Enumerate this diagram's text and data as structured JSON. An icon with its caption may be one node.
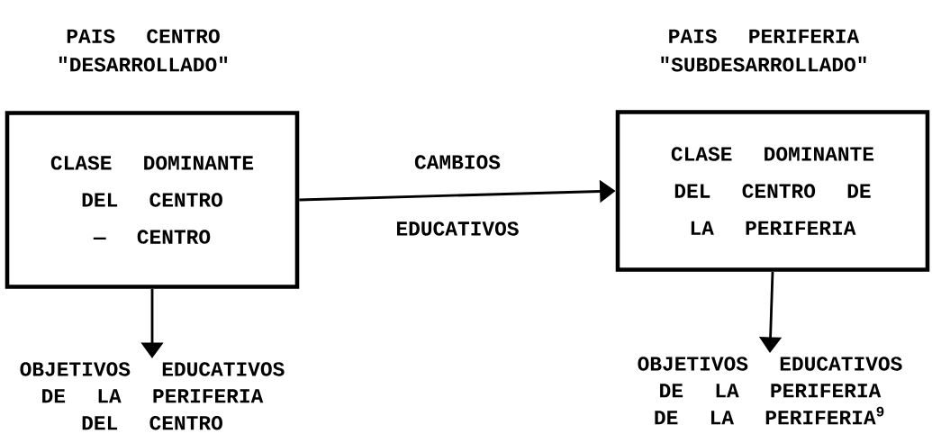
{
  "diagram": {
    "nodes": [
      {
        "text": [
          "PAIS CENTRO \"DESARROLLADO\"",
          "CLASE DOMINANTE DEL CENTRO — CENTRO"
        ]
      },
      {
        "text": [
          "PAIS PERIFERIA \"SUBDESARROLLADO\"",
          "CLASE DOMINANTE DEL CENTRO DE LA PERIFERIA"
        ]
      },
      {
        "text": [
          "OBJETIVOS EDUCATIVOS DE LA PERIFERIA DEL CENTRO"
        ]
      },
      {
        "text": [
          "OBJETIVOS EDUCATIVOS DE LA PERIFERIA DE LA PERIFERIA$^{9}$"
        ]
      }
    ],
    "edges": [
      {
        "from": 0,
        "to": 1,
        "arrow": "to",
        "label": "CAMBIOS EDUCATIVOS"
      },
      {
        "from": 0,
        "to": 2,
        "arrow": "to"
      },
      {
        "from": 1,
        "to": 3,
        "arrow": "to"
      }
    ]
  }
}
